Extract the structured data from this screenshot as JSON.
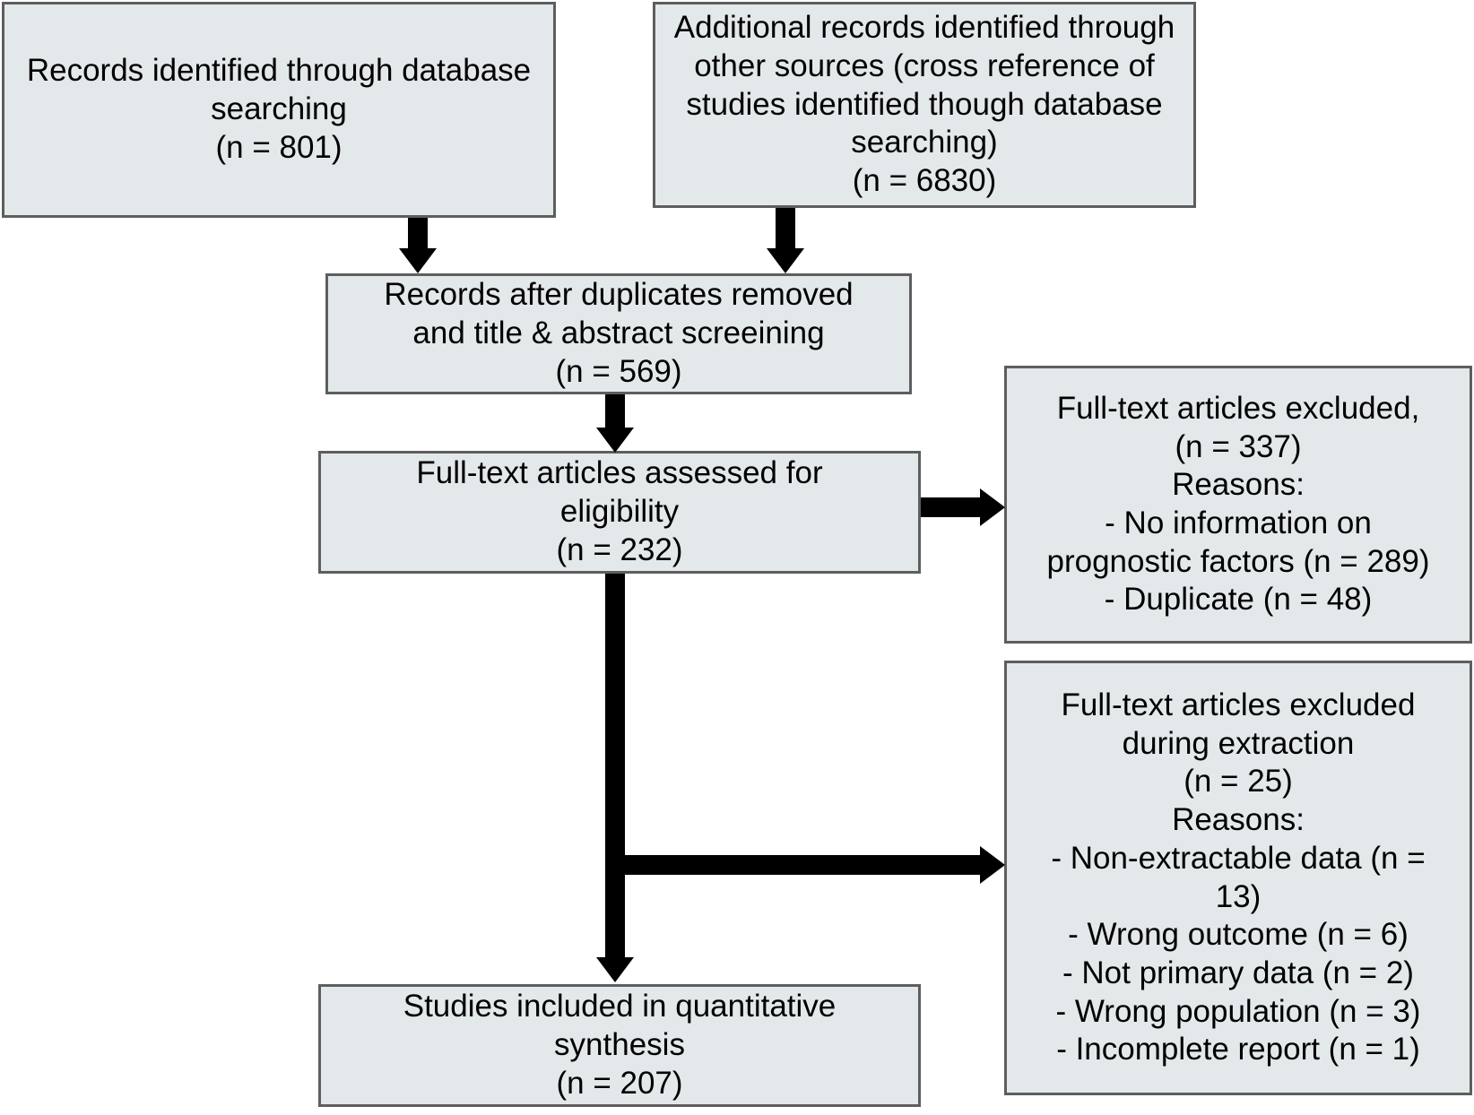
{
  "diagram": {
    "type": "prisma-flow-diagram",
    "colors": {
      "box_fill": "#e3e8ea",
      "box_border": "#5e5e5e",
      "connector": "#000000",
      "text": "#000000",
      "background": "#ffffff"
    },
    "boxes": {
      "database_search": {
        "label": "Records identified through database searching (n = 801)",
        "lines": [
          "Records identified through database",
          "searching",
          "(n = 801)"
        ],
        "text": "Records identified through database\nsearching\n(n = 801)",
        "count": 801
      },
      "other_sources": {
        "label": "Additional records identified through other sources",
        "lines": [
          "Additional records identified through",
          "other sources (cross reference of",
          "studies identified though database",
          "searching)",
          "(n = 6830)"
        ],
        "text": "Additional records identified through\nother sources (cross reference of\nstudies identified though database\nsearching)\n(n = 6830)",
        "count": 6830
      },
      "duplicates_removed": {
        "label": "Records after duplicates removed and title & abstract screeining",
        "lines": [
          "Records after duplicates removed",
          "and title & abstract screeining",
          "(n = 569)"
        ],
        "text": "Records after duplicates removed\nand title & abstract screeining\n(n = 569)",
        "count": 569
      },
      "eligibility": {
        "label": "Full-text articles assessed for eligibility",
        "lines": [
          "Full-text articles assessed for",
          "eligibility",
          "(n =  232)"
        ],
        "text": "Full-text articles assessed for\neligibility\n(n =  232)",
        "count": 232
      },
      "excluded_fulltext": {
        "label": "Full-text articles excluded",
        "lines": [
          "Full-text articles excluded,",
          "(n = 337)",
          "Reasons:",
          "- No information on",
          "prognostic factors (n = 289)",
          "- Duplicate (n = 48)"
        ],
        "text": "Full-text articles excluded,\n(n = 337)\nReasons:\n- No information on\nprognostic factors (n = 289)\n- Duplicate (n = 48)",
        "count": 337,
        "reasons": [
          {
            "reason": "No information on prognostic factors",
            "n": 289
          },
          {
            "reason": "Duplicate",
            "n": 48
          }
        ]
      },
      "excluded_extraction": {
        "label": "Full-text articles excluded during extraction",
        "lines": [
          "Full-text articles excluded",
          "during extraction",
          "(n = 25)",
          "Reasons:",
          "- Non-extractable data (n =",
          "13)",
          "- Wrong outcome (n = 6)",
          "- Not primary data (n = 2)",
          "- Wrong population (n = 3)",
          "- Incomplete report (n = 1)"
        ],
        "text": "Full-text articles excluded\nduring extraction\n(n = 25)\nReasons:\n- Non-extractable data (n =\n13)\n- Wrong outcome (n = 6)\n- Not primary data (n = 2)\n- Wrong population (n = 3)\n- Incomplete report (n = 1)",
        "count": 25,
        "reasons": [
          {
            "reason": "Non-extractable data",
            "n": 13
          },
          {
            "reason": "Wrong outcome",
            "n": 6
          },
          {
            "reason": "Not primary data",
            "n": 2
          },
          {
            "reason": "Wrong population",
            "n": 3
          },
          {
            "reason": "Incomplete report",
            "n": 1
          }
        ]
      },
      "included": {
        "label": "Studies included in quantitative synthesis",
        "lines": [
          "Studies included in quantitative",
          "synthesis",
          "(n =  207)"
        ],
        "text": "Studies included in quantitative\nsynthesis\n(n =  207)",
        "count": 207
      }
    },
    "connectors": [
      {
        "name": "database-to-duplicates",
        "from": "database_search",
        "to": "duplicates_removed",
        "direction": "down"
      },
      {
        "name": "other-sources-to-duplicates",
        "from": "other_sources",
        "to": "duplicates_removed",
        "direction": "down"
      },
      {
        "name": "duplicates-to-eligibility",
        "from": "duplicates_removed",
        "to": "eligibility",
        "direction": "down"
      },
      {
        "name": "eligibility-to-excluded-fulltext",
        "from": "eligibility",
        "to": "excluded_fulltext",
        "direction": "right"
      },
      {
        "name": "eligibility-to-excluded-extraction",
        "from": "eligibility",
        "to": "excluded_extraction",
        "direction": "right"
      },
      {
        "name": "eligibility-to-included",
        "from": "eligibility",
        "to": "included",
        "direction": "down"
      }
    ]
  }
}
